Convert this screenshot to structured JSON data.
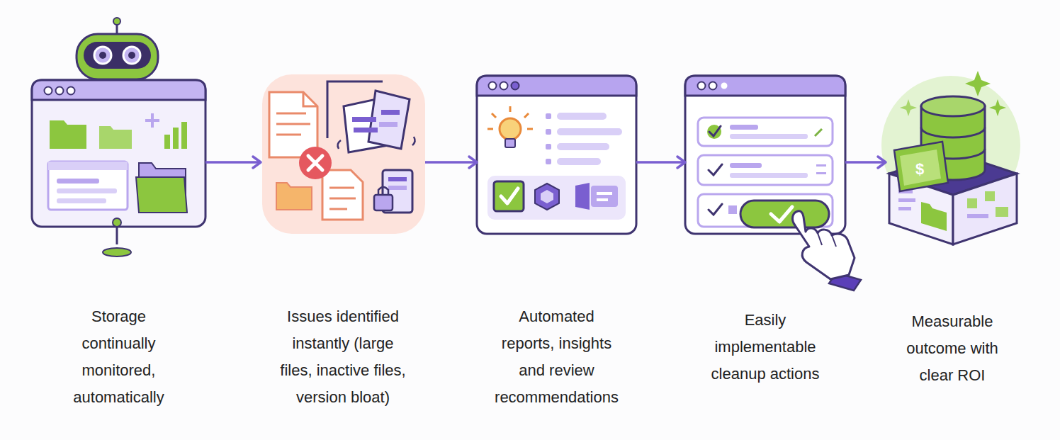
{
  "diagram": {
    "nodes": [
      {
        "text": [
          "Storage continually monitored, automatically"
        ]
      },
      {
        "text": [
          "Issues identified instantly (large files, inactive files, version bloat)"
        ]
      },
      {
        "text": [
          "Automated reports, insights and review recommendations"
        ]
      },
      {
        "text": [
          "Easily implementable cleanup actions"
        ]
      },
      {
        "text": [
          "Measurable outcome with clear ROI"
        ]
      }
    ],
    "edges": [
      {
        "from": 0,
        "to": 1,
        "arrow": "to"
      },
      {
        "from": 1,
        "to": 2,
        "arrow": "to"
      },
      {
        "from": 2,
        "to": 3,
        "arrow": "to"
      },
      {
        "from": 3,
        "to": 4,
        "arrow": "to"
      }
    ],
    "labels": [
      "$"
    ]
  }
}
